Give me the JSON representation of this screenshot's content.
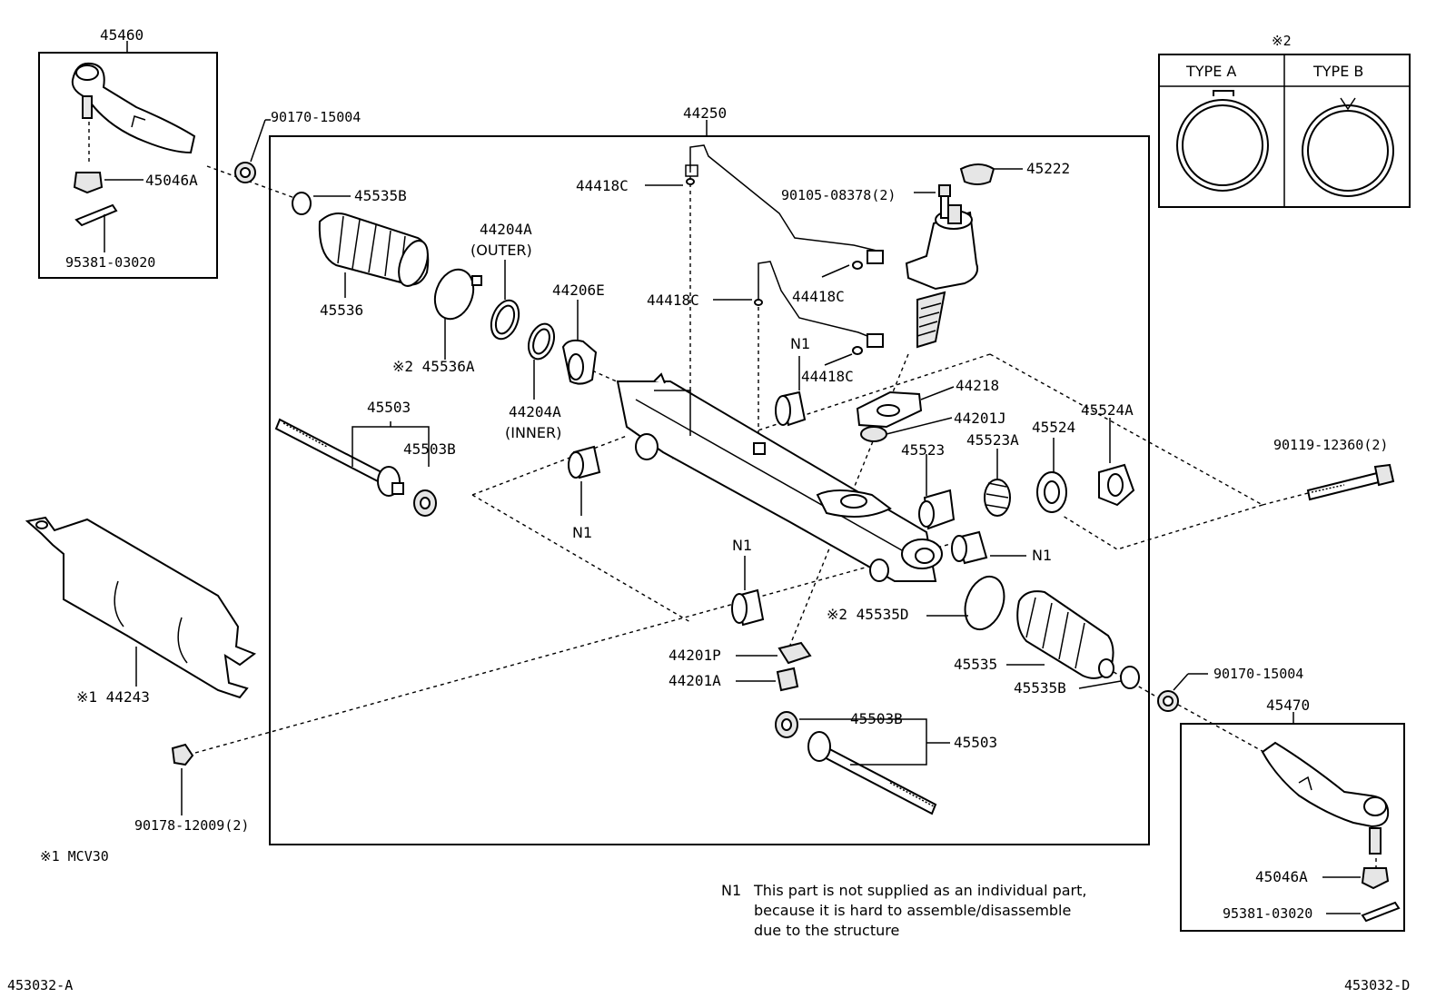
{
  "labels": {
    "p45460": "45460",
    "p90170_15004_l": "90170-15004",
    "p45046A_l": "45046A",
    "p95381_l": "95381-03020",
    "p45535B_l": "45535B",
    "p45536": "45536",
    "p45536A": "※2 45536A",
    "p44204A_outer": "44204A",
    "p44204A_outer_sub": "(OUTER)",
    "p44204A_inner": "44204A",
    "p44204A_inner_sub": "(INNER)",
    "p44206E": "44206E",
    "p44250": "44250",
    "p44418C_1": "44418C",
    "p44418C_2": "44418C",
    "p44418C_3": "44418C",
    "p44418C_4": "44418C",
    "p90105": "90105-08378(2)",
    "p45222": "45222",
    "p44218": "44218",
    "p44201J": "44201J",
    "p45524A": "45524A",
    "p45524": "45524",
    "p45523A": "45523A",
    "p45523": "45523",
    "p45503_l": "45503",
    "p45503B_l": "45503B",
    "p90119": "90119-12360(2)",
    "pN1_a": "N1",
    "pN1_b": "N1",
    "pN1_c": "N1",
    "pN1_d": "N1",
    "p45535D": "※2 45535D",
    "p45535": "45535",
    "p45535B_r": "45535B",
    "p44201P": "44201P",
    "p44201A": "44201A",
    "p45503B_r": "45503B",
    "p45503_r": "45503",
    "p90170_15004_r": "90170-15004",
    "p45470": "45470",
    "p45046A_r": "45046A",
    "p95381_r": "95381-03020",
    "p44243": "※1 44243",
    "p90178": "90178-12009(2)",
    "p2_mark": "※2",
    "typeA": "TYPE A",
    "typeB": "TYPE B"
  },
  "notes": {
    "mcv30": "※1 MCV30",
    "n1_code": "N1",
    "n1_line1": "This part is not supplied as an individual part,",
    "n1_line2": "because it is hard to assemble/disassemble",
    "n1_line3": "due to the structure",
    "code_left": "453032-A",
    "code_right": "453032-D"
  }
}
